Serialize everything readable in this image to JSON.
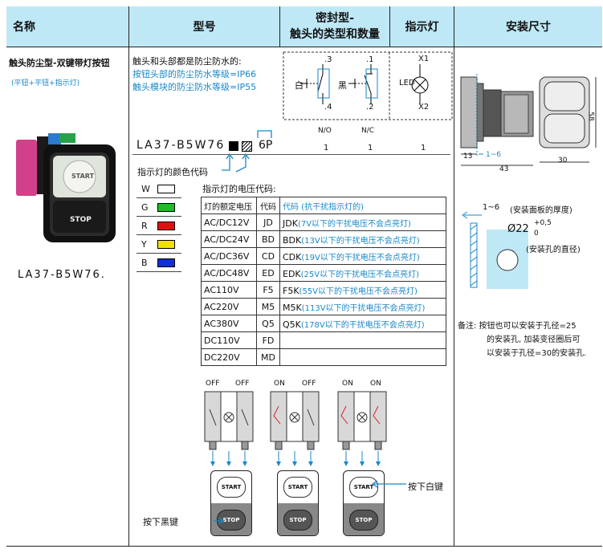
{
  "header": {
    "name": "名称",
    "model": "型号",
    "seal_line1": "密封型-",
    "seal_line2": "触头的类型和数量",
    "indicator": "指示灯",
    "install": "安装尺寸"
  },
  "product": {
    "title": "触头防尘型-双键带灯按钮",
    "subtitle": "(平钮+平钮+指示灯)",
    "model_caption": "LA37-B5W76.",
    "start_label": "START",
    "stop_label": "STOP"
  },
  "protection": {
    "line1": "触头和头部都是防尘防水的:",
    "line2": "按钮头部的防尘防水等级=IP66",
    "line3": "触头模块的防尘防水等级=IP55"
  },
  "model_code": {
    "prefix": "LA37-B5W76",
    "suffix": "6P",
    "color_code_label": "指示灯的颜色代码",
    "voltage_code_label": "指示灯的电压代码:"
  },
  "contacts": {
    "white_label": "白",
    "black_label": "黑",
    "no_top": ".3",
    "no_bottom": ".4",
    "nc_top": ".1",
    "nc_bottom": ".2",
    "no_type": "N/O",
    "nc_type": "N/C",
    "no_qty": "1",
    "nc_qty": "1",
    "led_label": "LED",
    "x1": "X1",
    "x2": "X2",
    "led_qty": "1"
  },
  "colors": [
    {
      "code": "W",
      "hex": "#ffffff"
    },
    {
      "code": "G",
      "hex": "#22bb22"
    },
    {
      "code": "R",
      "hex": "#e01010"
    },
    {
      "code": "Y",
      "hex": "#f2e200"
    },
    {
      "code": "B",
      "hex": "#1030d0"
    }
  ],
  "voltage_table": {
    "headers": [
      "灯的额定电压",
      "代码",
      "代码 (抗干扰指示灯的)"
    ],
    "rows": [
      {
        "v": "AC/DC12V",
        "c": "JD",
        "k": "JDK",
        "note": "(7V以下的干扰电压不会点亮灯)"
      },
      {
        "v": "AC/DC24V",
        "c": "BD",
        "k": "BDK",
        "note": "(13V以下的干扰电压不会点亮灯)"
      },
      {
        "v": "AC/DC36V",
        "c": "CD",
        "k": "CDK",
        "note": "(19V以下的干扰电压不会点亮灯)"
      },
      {
        "v": "AC/DC48V",
        "c": "ED",
        "k": "EDK",
        "note": "(25V以下的干扰电压不会点亮灯)"
      },
      {
        "v": "AC110V",
        "c": "F5",
        "k": "F5K",
        "note": "(55V以下的干扰电压不会点亮灯)"
      },
      {
        "v": "AC220V",
        "c": "M5",
        "k": "M5K",
        "note": "(113V以下的干扰电压不会点亮灯)"
      },
      {
        "v": "AC380V",
        "c": "Q5",
        "k": "Q5K",
        "note": "(178V以下的干扰电压不会点亮灯)"
      },
      {
        "v": "DC110V",
        "c": "FD",
        "k": "",
        "note": ""
      },
      {
        "v": "DC220V",
        "c": "MD",
        "k": "",
        "note": ""
      }
    ]
  },
  "states": {
    "s1a": "OFF",
    "s1b": "OFF",
    "s2a": "ON",
    "s2b": "OFF",
    "s3a": "ON",
    "s3b": "ON",
    "press_black": "按下黑键",
    "press_white": "按下白键",
    "start": "START",
    "stop": "STOP"
  },
  "dimensions": {
    "d13": "13",
    "d1_6": "1~6",
    "d43": "43",
    "d30": "30",
    "d58": "58",
    "panel_range": "1~6",
    "panel_note": "(安装面板的厚度)",
    "hole_dia": "Ø22",
    "tol_top": "+0,5",
    "tol_bottom": "0",
    "hole_note": "(安装孔的直径)",
    "note1": "备注: 按钮也可以安装于孔径=25",
    "note2": "的安装孔, 加装变径圈后可",
    "note3": "以安装于孔径=30的安装孔."
  }
}
